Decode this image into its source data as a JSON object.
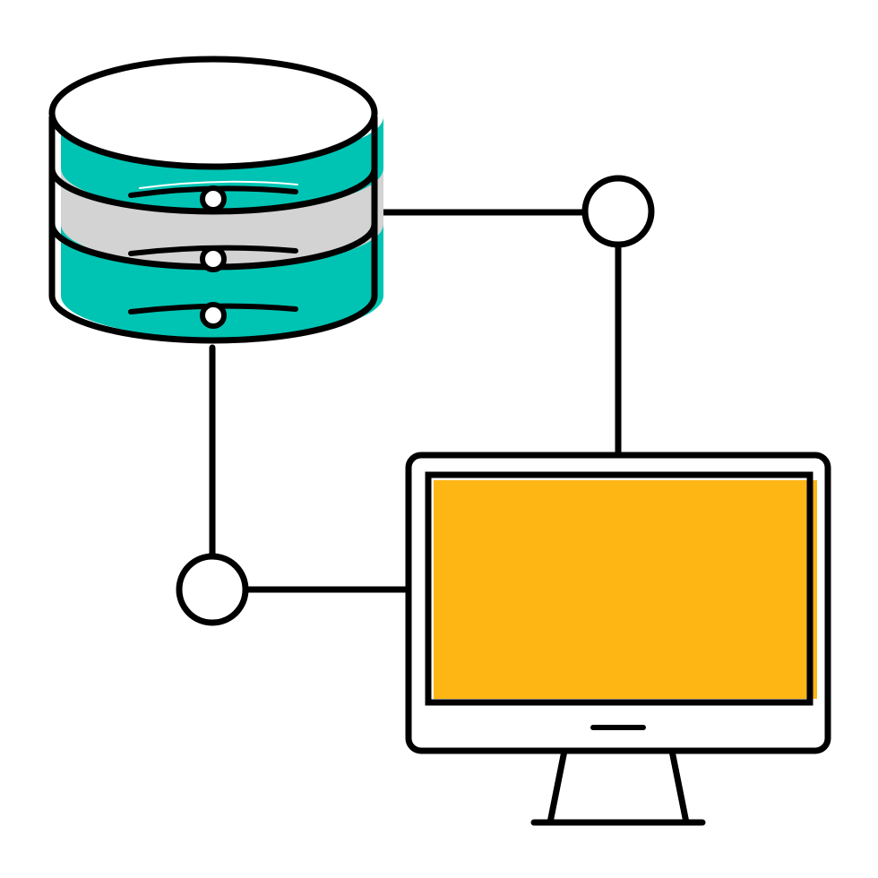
{
  "illustration": {
    "icons": {
      "database": "database-server-icon",
      "computer": "desktop-monitor-icon",
      "network": "network-connection-icon"
    },
    "colors": {
      "outline": "#000000",
      "background": "#ffffff",
      "database_top_bottom_band": "#00c4b3",
      "database_middle_band": "#d3d3d3",
      "screen": "#fdb614",
      "node_fill": "#ffffff"
    },
    "database": {
      "disk_count": 3,
      "indicator_count": 3
    },
    "nodes": {
      "count": 2
    }
  }
}
